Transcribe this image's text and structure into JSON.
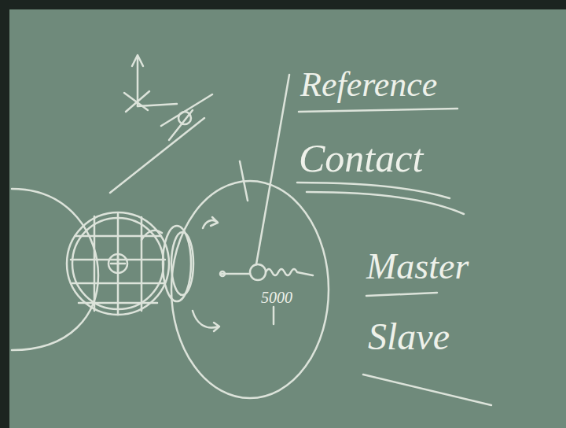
{
  "diagram": {
    "labels": [
      "Reference",
      "Contact",
      "Master",
      "Slave",
      "5000"
    ]
  }
}
